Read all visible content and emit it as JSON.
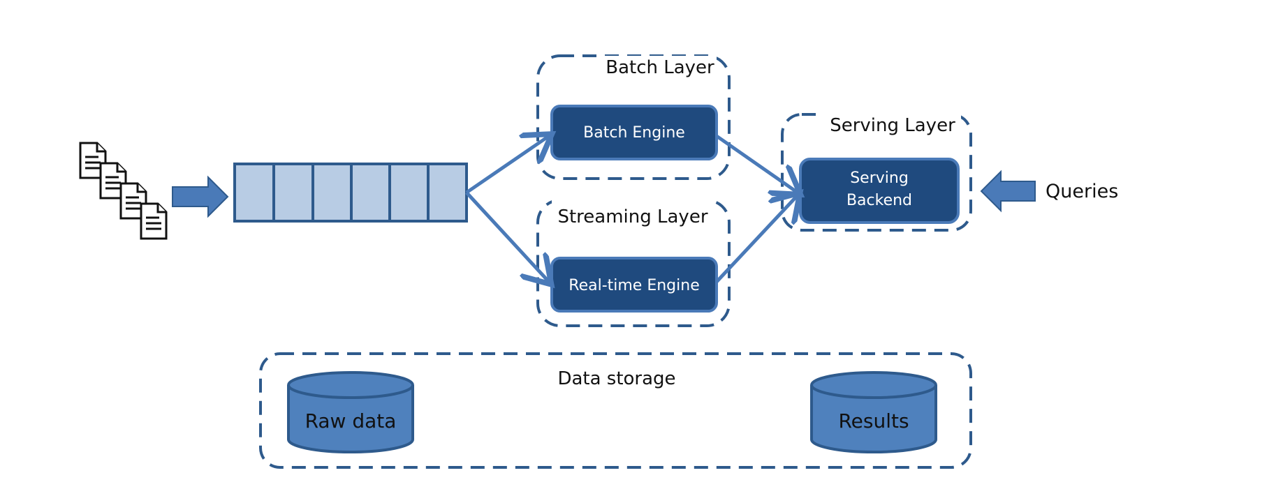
{
  "batch_layer": {
    "title": "Batch Layer",
    "engine_label": "Batch Engine"
  },
  "streaming_layer": {
    "title": "Streaming Layer",
    "engine_label": "Real-time Engine"
  },
  "serving_layer": {
    "title": "Serving Layer",
    "backend_line1": "Serving",
    "backend_line2": "Backend"
  },
  "queries": {
    "label": "Queries"
  },
  "data_storage": {
    "title": "Data storage",
    "raw_data_label": "Raw data",
    "results_label": "Results"
  },
  "message_queue": {
    "cell_count": 6
  },
  "colors": {
    "dark_blue": "#1f4a7e",
    "mid_blue": "#4a7ab8",
    "light_blue": "#b8cce4",
    "dashed_border": "#2e5a8c"
  }
}
